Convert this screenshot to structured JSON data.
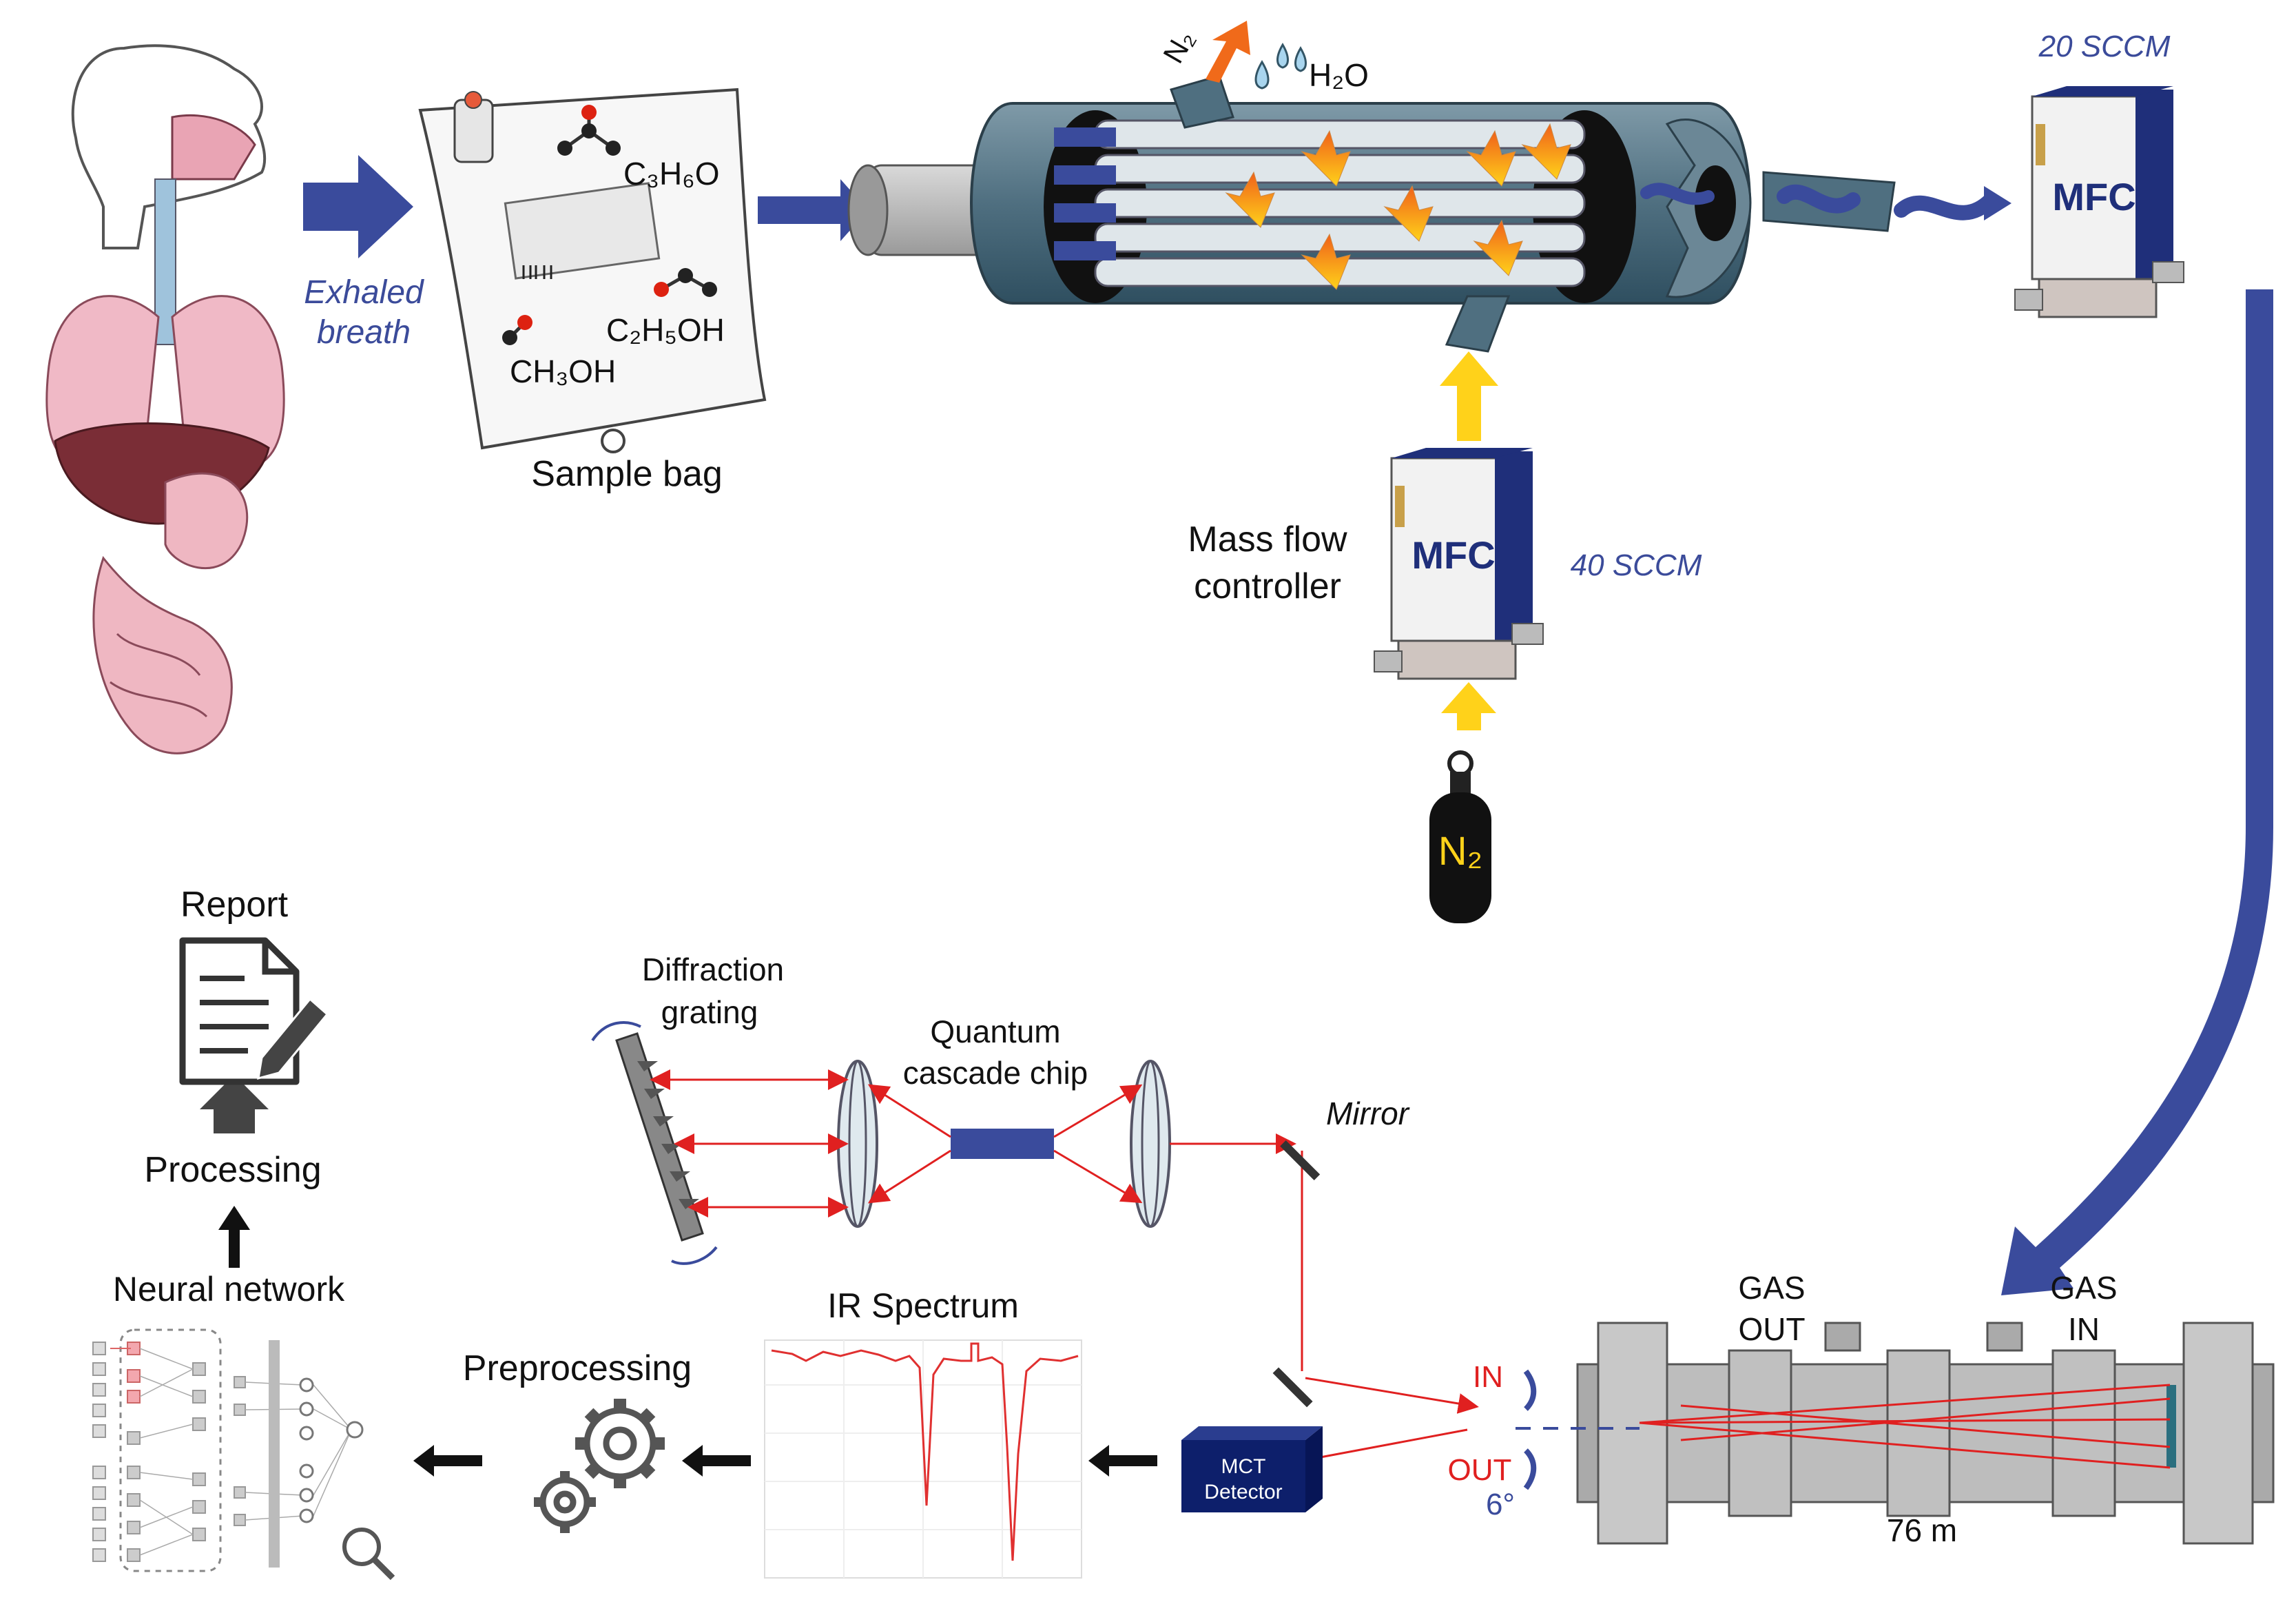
{
  "colors": {
    "arrow_blue": "#3a4b9c",
    "laser_red": "#e02020",
    "n2_yellow": "#ffd21a",
    "tube_teal": "#4f6f80",
    "mfc_blue": "#1f2f7a",
    "cell_gray": "#bdbdbd",
    "detector_navy": "#0d1f6b"
  },
  "breath": {
    "exhaled_label": "Exhaled\nbreath",
    "exhaled_line1": "Exhaled",
    "exhaled_line2": "breath"
  },
  "sample_bag": {
    "label": "Sample bag",
    "molecules": [
      "C₃H₆O",
      "C₂H₅OH",
      "CH₃OH"
    ]
  },
  "dryer": {
    "n2_out": "N₂",
    "h2o_out": "H₂O"
  },
  "mfc_top": {
    "label": "MFC",
    "flow": "20 SCCM"
  },
  "mfc_mid": {
    "label": "MFC",
    "flow": "40 SCCM",
    "name_line1": "Mass flow",
    "name_line2": "controller"
  },
  "n2_tank": {
    "label": "N₂"
  },
  "laser": {
    "grating_line1": "Diffraction",
    "grating_line2": "grating",
    "chip_line1": "Quantum",
    "chip_line2": "cascade chip",
    "mirror": "Mirror"
  },
  "cell": {
    "gas_out_1": "GAS",
    "gas_out_2": "OUT",
    "gas_in_1": "GAS",
    "gas_in_2": "IN",
    "in": "IN",
    "out": "OUT",
    "angle": "6°",
    "length": "76 m"
  },
  "detector": {
    "line1": "MCT",
    "line2": "Detector"
  },
  "spectrum": {
    "title": "IR Spectrum"
  },
  "pipeline": {
    "preprocessing": "Preprocessing",
    "neural_network": "Neural network",
    "processing": "Processing",
    "report": "Report"
  }
}
